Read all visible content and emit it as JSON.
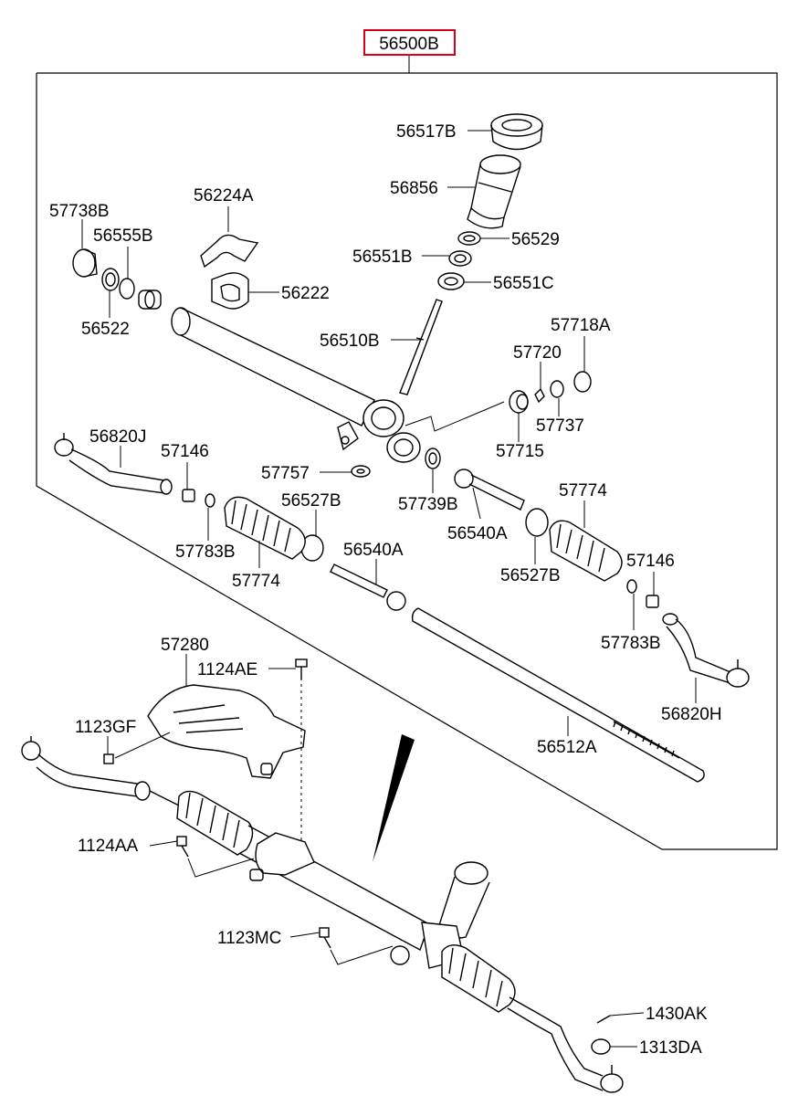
{
  "assembly_part": "56500B",
  "highlight_color": "#d6001c",
  "labels": {
    "p56517B": "56517B",
    "p56856": "56856",
    "p56529": "56529",
    "p56551B": "56551B",
    "p56551C": "56551C",
    "p56224A": "56224A",
    "p56222": "56222",
    "p57738B": "57738B",
    "p56555B": "56555B",
    "p56522": "56522",
    "p56510B": "56510B",
    "p57718A": "57718A",
    "p57720": "57720",
    "p57737": "57737",
    "p57715": "57715",
    "p56820J": "56820J",
    "p57146a": "57146",
    "p57757": "57757",
    "p56527Ba": "56527B",
    "p57739B": "57739B",
    "p57774a": "57774",
    "p56540A_top": "56540A",
    "p56540A_mid": "56540A",
    "p57783Ba": "57783B",
    "p57774b": "57774",
    "p56527Bb": "56527B",
    "p57146b": "57146",
    "p57783Bb": "57783B",
    "p56820H": "56820H",
    "p56512A": "56512A",
    "p57280": "57280",
    "p1124AE": "1124AE",
    "p1123GF": "1123GF",
    "p1124AA": "1124AA",
    "p1123MC": "1123MC",
    "p1430AK": "1430AK",
    "p1313DA": "1313DA"
  }
}
